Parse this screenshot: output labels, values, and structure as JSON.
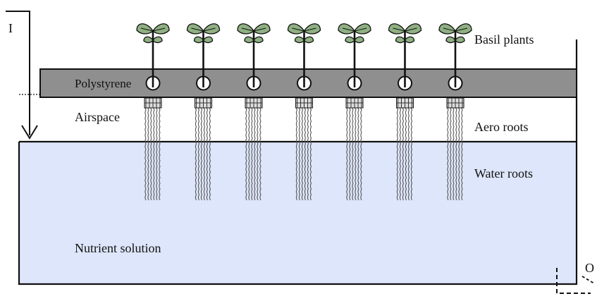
{
  "labels": {
    "inlet": "I",
    "outlet": "O",
    "basil_plants": "Basil plants",
    "polystyrene": "Polystyrene",
    "airspace": "Airspace",
    "aero_roots": "Aero roots",
    "water_roots": "Water roots",
    "nutrient_solution": "Nutrient solution"
  },
  "plants": {
    "count": 7
  },
  "colors": {
    "polystyrene_fill": "#8f8f8f",
    "nutrient_fill": "#dde6fa",
    "leaf_fill": "#8fb083",
    "outline": "#111111",
    "root_stroke": "#555555"
  }
}
